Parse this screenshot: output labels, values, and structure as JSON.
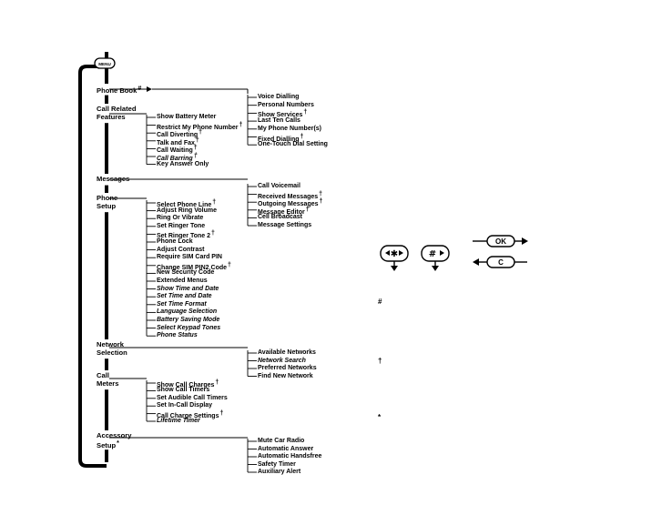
{
  "menu_key_label": "MENU",
  "categories": [
    {
      "label": "Phone Book",
      "mark": "#"
    },
    {
      "label": "Call Related\nFeatures"
    },
    {
      "label": "Messages"
    },
    {
      "label": "Phone\nSetup"
    },
    {
      "label": "Network\nSelection"
    },
    {
      "label": "Call\nMeters"
    },
    {
      "label": "Accessory\nSetup",
      "mark": "*"
    }
  ],
  "phone_book_items": [
    {
      "text": "Voice Dialling"
    },
    {
      "text": "Personal Numbers"
    },
    {
      "text": "Show Services",
      "mark": "†"
    },
    {
      "text": "Last Ten Calls"
    },
    {
      "text": "My Phone Number(s)"
    },
    {
      "text": "Fixed Dialling",
      "mark": "†"
    },
    {
      "text": "One-Touch Dial Setting"
    }
  ],
  "call_related_items": [
    {
      "text": "Show Battery Meter"
    },
    {
      "text": "Restrict My Phone Number",
      "mark": "†"
    },
    {
      "text": "Call Diverting",
      "mark": "†"
    },
    {
      "text": "Talk and Fax",
      "mark": "†"
    },
    {
      "text": "Call Waiting",
      "mark": "†"
    },
    {
      "text": "Call Barring",
      "mark": "†",
      "italic": true
    },
    {
      "text": "Key Answer Only"
    }
  ],
  "messages_items": [
    {
      "text": "Call Voicemail"
    },
    {
      "text": "Received Messages",
      "mark": "†"
    },
    {
      "text": "Outgoing Messages",
      "mark": "†"
    },
    {
      "text": "Message Editor",
      "mark": "†"
    },
    {
      "text": "Cell Broadcast"
    },
    {
      "text": "Message Settings"
    }
  ],
  "phone_setup_items": [
    {
      "text": "Select Phone Line",
      "mark": "†"
    },
    {
      "text": "Adjust Ring Volume"
    },
    {
      "text": "Ring Or Vibrate"
    },
    {
      "text": "Set Ringer Tone"
    },
    {
      "text": "Set Ringer Tone 2",
      "mark": "†"
    },
    {
      "text": "Phone Lock"
    },
    {
      "text": "Adjust Contrast"
    },
    {
      "text": "Require SIM Card PIN"
    },
    {
      "text": "Change SIM PIN2 Code",
      "mark": "†"
    },
    {
      "text": "New Security Code"
    },
    {
      "text": "Extended Menus"
    },
    {
      "text": "Show Time and Date",
      "italic": true
    },
    {
      "text": "Set Time and Date",
      "italic": true
    },
    {
      "text": "Set Time Format",
      "italic": true
    },
    {
      "text": "Language Selection",
      "italic": true
    },
    {
      "text": "Battery Saving Mode",
      "italic": true
    },
    {
      "text": "Select Keypad Tones",
      "italic": true
    },
    {
      "text": "Phone Status",
      "italic": true
    }
  ],
  "network_items": [
    {
      "text": "Available Networks"
    },
    {
      "text": "Network Search",
      "italic": true
    },
    {
      "text": "Preferred Networks"
    },
    {
      "text": "Find New Network"
    }
  ],
  "call_meters_items": [
    {
      "text": "Show Call Charges",
      "mark": "†"
    },
    {
      "text": "Show Call Timers"
    },
    {
      "text": "Set Audible Call Timers"
    },
    {
      "text": "Set In-Call Display"
    },
    {
      "text": "Call Charge Settings",
      "mark": "†"
    },
    {
      "text": "Lifetime Timer",
      "italic": true
    }
  ],
  "accessory_items": [
    {
      "text": "Mute Car Radio"
    },
    {
      "text": "Automatic Answer"
    },
    {
      "text": "Automatic Handsfree"
    },
    {
      "text": "Safety Timer"
    },
    {
      "text": "Auxiliary Alert"
    }
  ],
  "keys": {
    "star_key": "✱",
    "hash_key": "#",
    "ok_key": "OK",
    "c_key": "C"
  },
  "legend_symbols": [
    "#",
    "†",
    "*"
  ]
}
